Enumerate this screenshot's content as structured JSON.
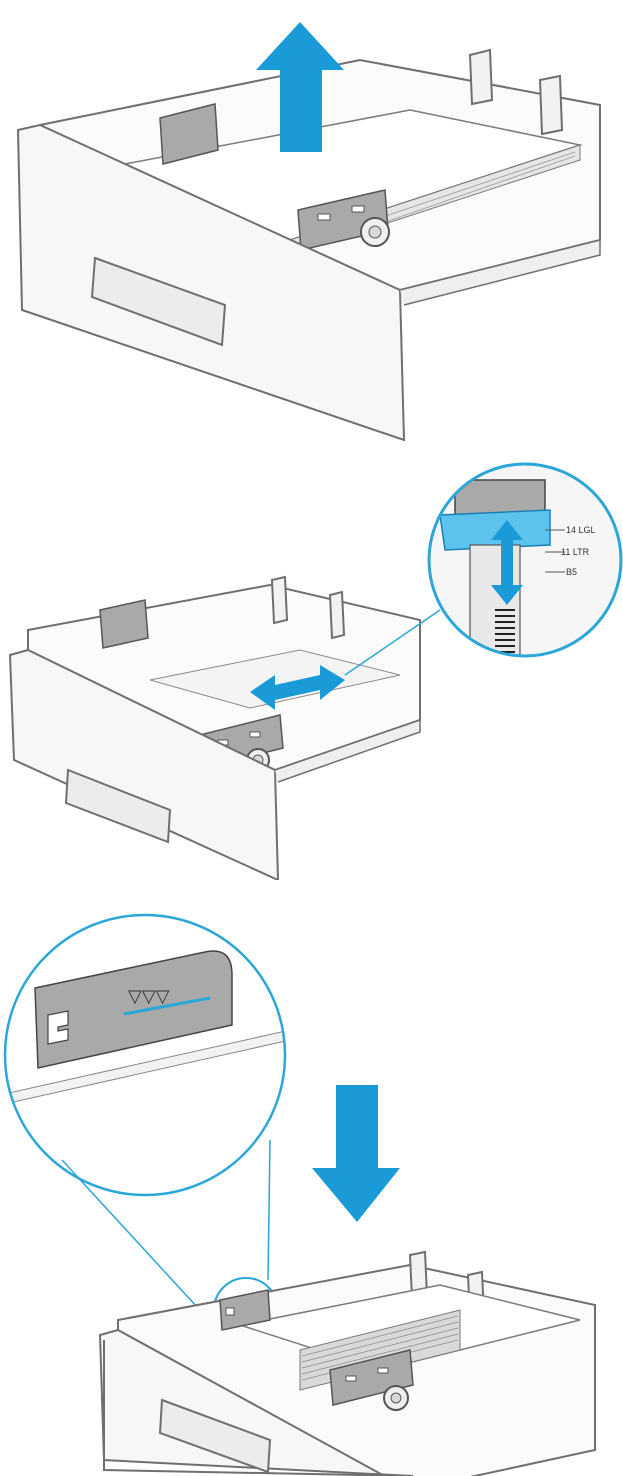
{
  "colors": {
    "arrow": "#1a9ad6",
    "callout_ring": "#2aa6d8",
    "tray_outline": "#6f6f6f",
    "tray_fill": "#f7f7f7",
    "guide_gray": "#a9a9a9",
    "highlight_blue": "#5cc3ee",
    "fill_line": "#2aa6d8"
  },
  "icons": {
    "up_arrow": "arrow-up-icon",
    "down_arrow": "arrow-down-icon",
    "horizontal_arrow": "arrow-left-right-icon",
    "vertical_arrow": "arrow-up-down-icon"
  },
  "callout": {
    "size_labels": [
      "14 LGL",
      "11 LTR",
      "B5"
    ],
    "fill_marks": "▽▽▽"
  }
}
